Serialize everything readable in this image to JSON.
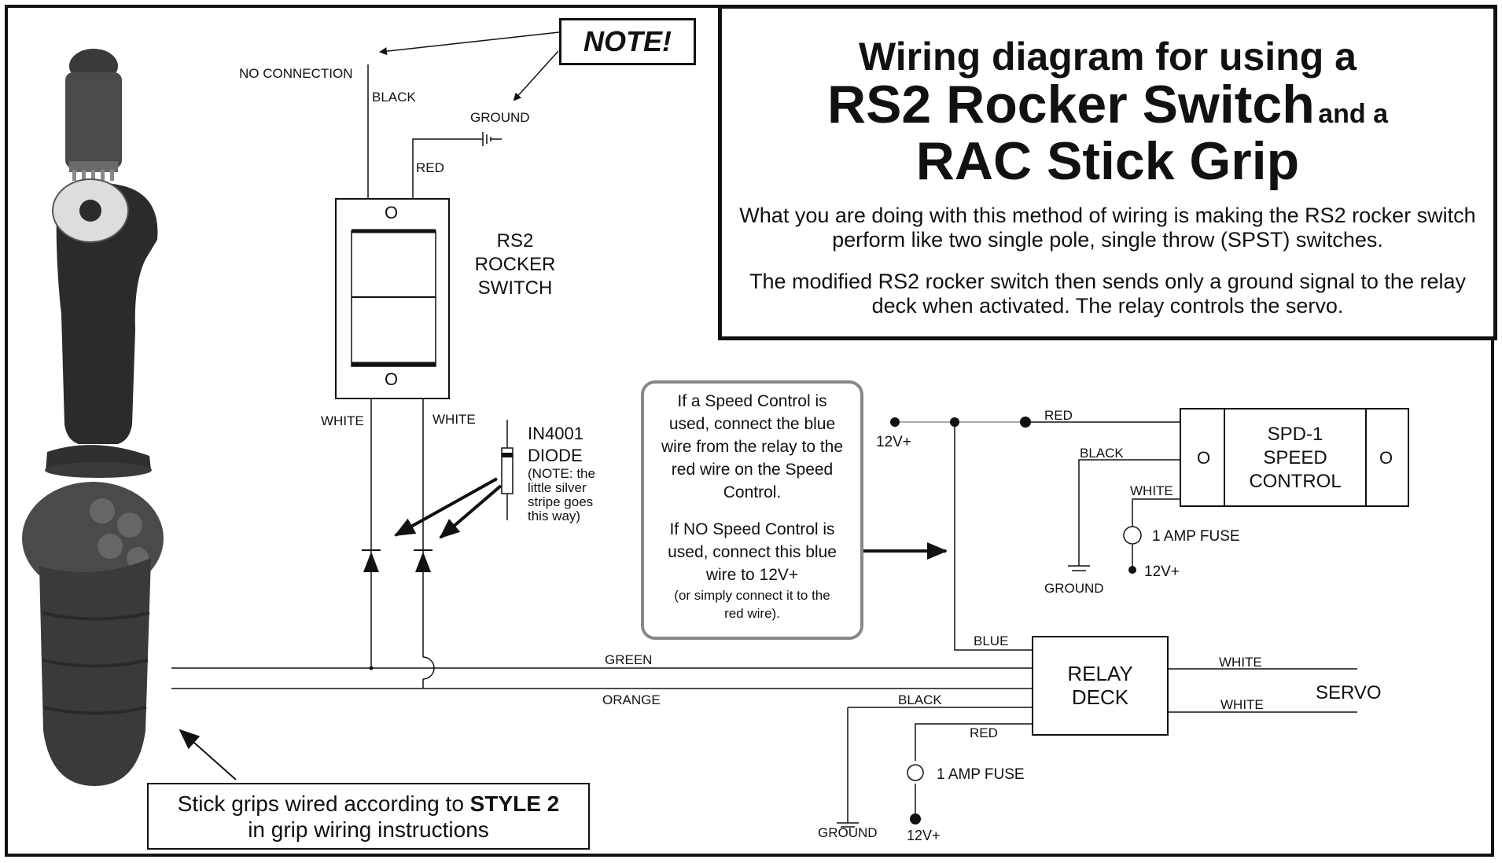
{
  "title": {
    "line1": "Wiring diagram for using a",
    "line2_big": "RS2 Rocker Switch",
    "line2_small": "and a",
    "line3": "RAC Stick Grip",
    "desc1": "What you are doing with this method of wiring is making the RS2 rocker switch perform like two single pole, single throw (SPST) switches.",
    "desc2": "The modified RS2 rocker switch then sends only a ground signal to the relay deck when activated. The relay controls the servo."
  },
  "note": "NOTE!",
  "labels": {
    "no_connection": "NO CONNECTION",
    "black_top": "BLACK",
    "ground_top": "GROUND",
    "red_top": "RED",
    "rs2_line1": "RS2",
    "rs2_line2": "ROCKER",
    "rs2_line3": "SWITCH",
    "switch_top_terminal": "O",
    "switch_bottom_terminal": "O",
    "white_left": "WHITE",
    "white_right": "WHITE",
    "diode_title1": "IN4001",
    "diode_title2": "DIODE",
    "diode_note": [
      "(NOTE: the",
      "little silver",
      "stripe goes",
      "this way)"
    ],
    "v12_top": "12V+",
    "red_spd": "RED",
    "black_spd": "BLACK",
    "white_spd": "WHITE",
    "spd_line1": "SPD-1",
    "spd_line2": "SPEED",
    "spd_line3": "CONTROL",
    "spd_left_terminal": "O",
    "spd_right_terminal": "O",
    "fuse_spd": "1 AMP FUSE",
    "v12_spd": "12V+",
    "ground_spd": "GROUND",
    "blue": "BLUE",
    "green": "GREEN",
    "orange": "ORANGE",
    "black_relay": "BLACK",
    "red_relay": "RED",
    "relay_line1": "RELAY",
    "relay_line2": "DECK",
    "white_servo1": "WHITE",
    "white_servo2": "WHITE",
    "servo": "SERVO",
    "fuse_relay": "1 AMP FUSE",
    "ground_relay": "GROUND",
    "v12_relay": "12V+"
  },
  "speed_note": {
    "p1": [
      "If a Speed Control is",
      "used, connect the blue",
      "wire from the relay to the",
      "red wire on the Speed",
      "Control."
    ],
    "p2": [
      "If NO Speed Control is",
      "used, connect this blue",
      "wire to 12V+"
    ],
    "p3": [
      "(or simply connect it to the",
      "red wire)."
    ]
  },
  "style_note": {
    "pre": "Stick grips wired according to ",
    "bold": "STYLE 2",
    "line2": "in grip wiring instructions"
  },
  "colors": {
    "line": "#111111",
    "wire_gray": "#999999",
    "box_border_gray": "#888888",
    "grip_dark": "#2b2b2b",
    "grip_mid": "#4a4a4a",
    "grip_light": "#dddddd"
  },
  "icons": [
    "ground-symbol-icon",
    "diode-symbol-icon",
    "fuse-icon",
    "arrow-icon",
    "terminal-dot-icon"
  ]
}
